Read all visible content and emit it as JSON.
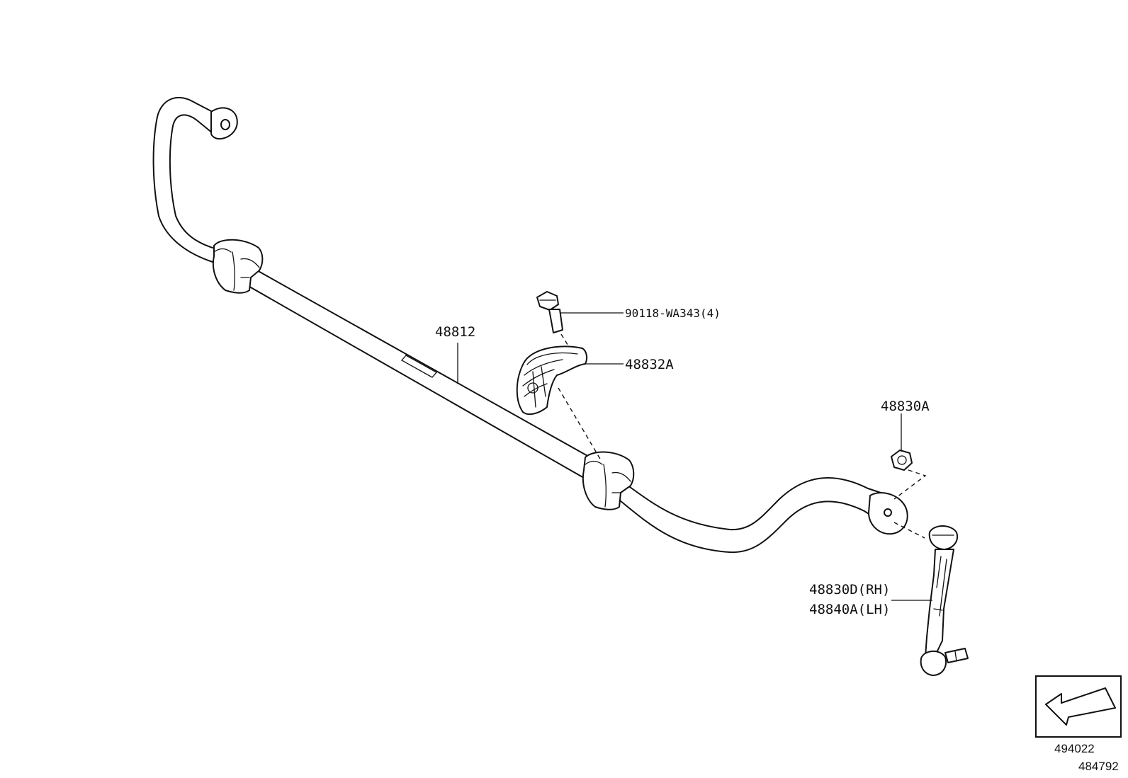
{
  "diagram": {
    "parts": {
      "stabilizer_bar": "48812",
      "bolt": "90118-WA343(4)",
      "bracket": "48832A",
      "nut": "48830A",
      "link_rh": "48830D(RH)",
      "link_lh": "48840A(LH)"
    },
    "orientation_code": "494022",
    "illustration_code": "484792",
    "icons": {
      "orientation": "front-arrow-icon"
    }
  }
}
